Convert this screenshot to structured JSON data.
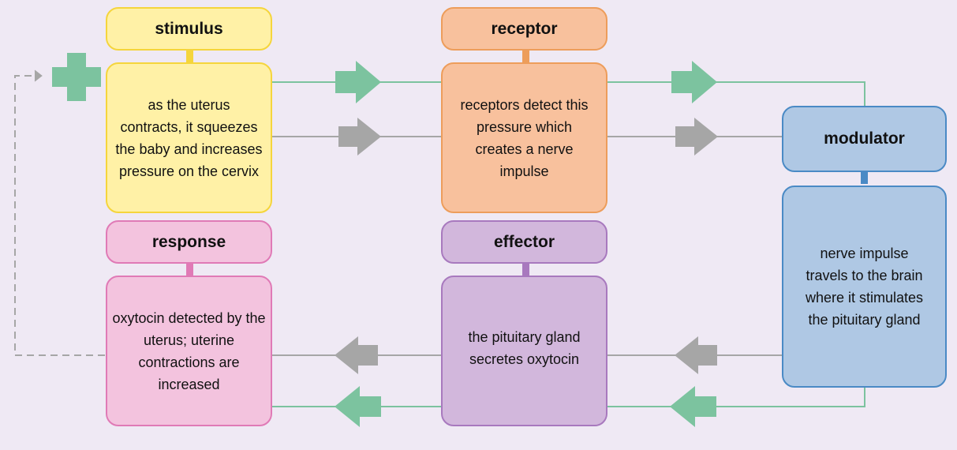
{
  "stimulus": {
    "title": "stimulus",
    "text": "as the uterus contracts, it squeezes the baby and increases pressure on the cervix"
  },
  "receptor": {
    "title": "receptor",
    "text": "receptors detect this pressure which creates a nerve impulse"
  },
  "modulator": {
    "title": "modulator",
    "text": "nerve impulse travels to the brain where it stimulates the pituitary gland"
  },
  "effector": {
    "title": "effector",
    "text": "the pituitary gland secretes oxytocin"
  },
  "response": {
    "title": "response",
    "text": "oxytocin detected by the uterus; uterine contractions are increased"
  },
  "colors": {
    "background": "#efe9f4",
    "green_path": "#7cc39f",
    "grey_path": "#a6a6a6",
    "dashed_loop": "#a6a6a6",
    "stimulus": "#fff1a6",
    "receptor": "#f8c19d",
    "modulator": "#afc8e4",
    "effector": "#d2b7dc",
    "response": "#f3c3de"
  },
  "icons": {
    "positive_feedback": "plus-icon",
    "flow": "arrow-icon"
  }
}
